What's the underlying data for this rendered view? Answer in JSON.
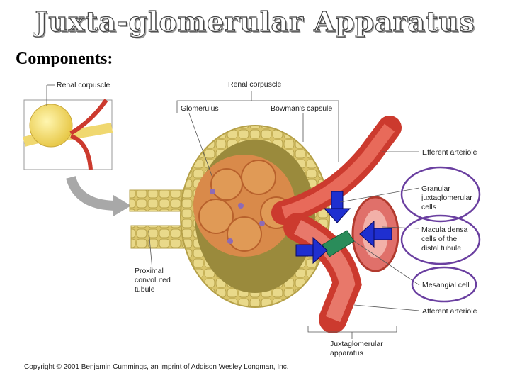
{
  "title": "Juxta-glomerular Apparatus",
  "subtitle": "Components:",
  "labels": {
    "renal_corpuscle_inset": "Renal corpuscle",
    "renal_corpuscle_main": "Renal corpuscle",
    "glomerulus": "Glomerulus",
    "bowmans_capsule": "Bowman's capsule",
    "efferent_arteriole": "Efferent arteriole",
    "granular_cells": [
      "Granular",
      "juxtaglomerular",
      "cells"
    ],
    "macula_densa": [
      "Macula densa",
      "cells of the",
      "distal tubule"
    ],
    "mesangial_cell": "Mesangial cell",
    "afferent_arteriole": "Afferent arteriole",
    "proximal_tubule": [
      "Proximal",
      "convoluted",
      "tubule"
    ],
    "jga": [
      "Juxtaglomerular",
      "apparatus"
    ]
  },
  "copyright": "Copyright © 2001 Benjamin Cummings, an imprint of Addison Wesley Longman, Inc.",
  "colors": {
    "highlight_circle": "#6a3fa0",
    "arrow": "#1f2fd0",
    "vessel": "#d9483b",
    "capsule": "#e8c76a"
  }
}
